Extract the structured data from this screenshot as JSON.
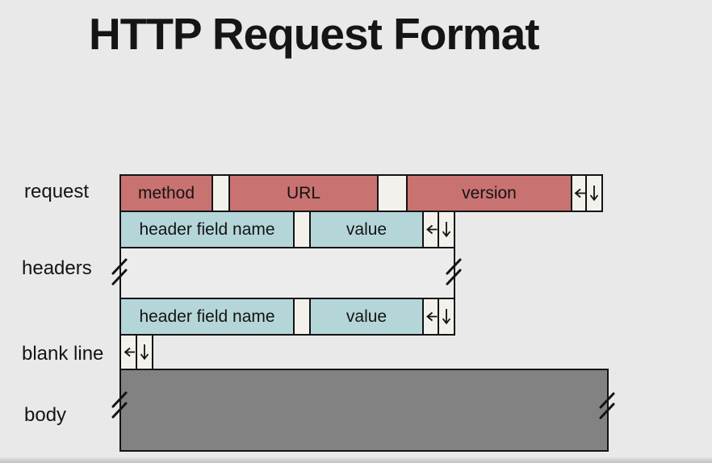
{
  "slide": {
    "title": "HTTP Request Format"
  },
  "colors": {
    "background": "#e9e9e9",
    "request_fields": "#c97272",
    "header_fields": "#b5d6d8",
    "body_fill": "#828282",
    "spacer_fill": "#f3f1ec",
    "outline": "#131313"
  },
  "diagram": {
    "request": {
      "label": "request",
      "fields": {
        "method": "method",
        "url": "URL",
        "version": "version"
      }
    },
    "headers": {
      "label": "headers",
      "field_name": "header field name",
      "value": "value"
    },
    "blank_line": {
      "label": "blank line"
    },
    "body": {
      "label": "body"
    },
    "icons": {
      "carriage_return": "←",
      "line_feed": "↓"
    }
  }
}
